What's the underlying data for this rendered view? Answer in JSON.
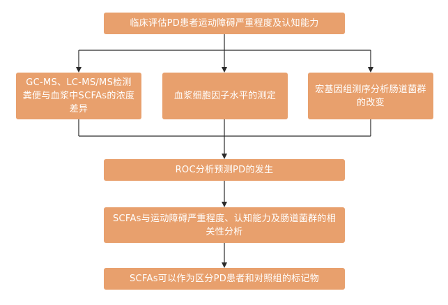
{
  "flow": {
    "top": "临床评估PD患者运动障碍严重程度及认知能力",
    "branch_left": "GC-MS、LC-MS/MS检测粪便与血浆中SCFAs的浓度差异",
    "branch_middle": "血浆细胞因子水平的测定",
    "branch_right": "宏基因组测序分析肠道菌群的改变",
    "roc": "ROC分析预测PD的发生",
    "correlation": "SCFAs与运动障碍严重程度、认知能力及肠道菌群的相关性分析",
    "marker": "SCFAs可以作为区分PD患者和对照组的标记物"
  },
  "colors": {
    "box_fill": "#e8a06d",
    "box_text": "#ffffff",
    "line": "#2b2b2b"
  }
}
